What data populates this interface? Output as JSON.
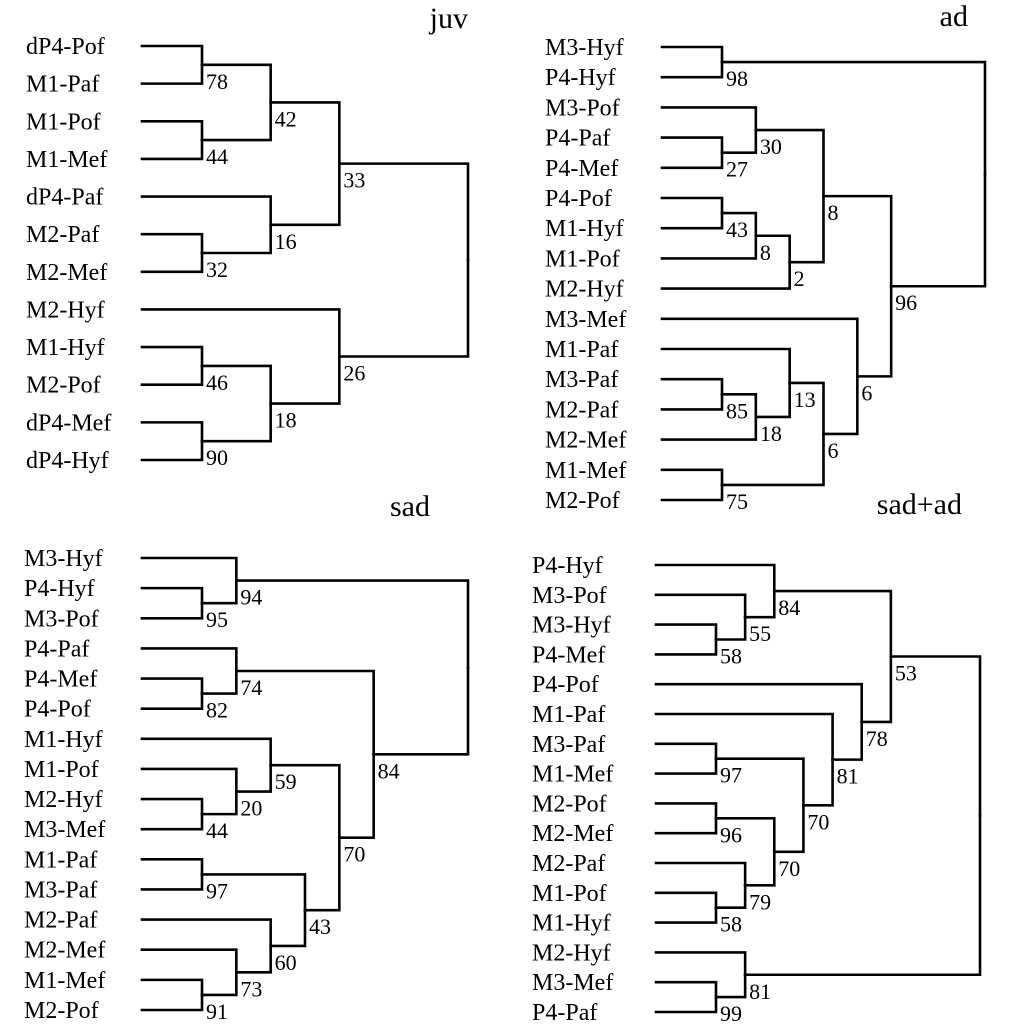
{
  "chart_data": [
    {
      "type": "dendrogram",
      "title": "juv",
      "tree": {
        "support": null,
        "children": [
          {
            "support": "33",
            "children": [
              {
                "support": "42",
                "children": [
                  {
                    "support": "78",
                    "children": [
                      {
                        "leaf": "dP4-Pof"
                      },
                      {
                        "leaf": "M1-Paf"
                      }
                    ]
                  },
                  {
                    "support": "44",
                    "children": [
                      {
                        "leaf": "M1-Pof"
                      },
                      {
                        "leaf": "M1-Mef"
                      }
                    ]
                  }
                ]
              },
              {
                "support": "16",
                "children": [
                  {
                    "leaf": "dP4-Paf"
                  },
                  {
                    "support": "32",
                    "children": [
                      {
                        "leaf": "M2-Paf"
                      },
                      {
                        "leaf": "M2-Mef"
                      }
                    ]
                  }
                ]
              }
            ]
          },
          {
            "support": "26",
            "children": [
              {
                "leaf": "M2-Hyf"
              },
              {
                "support": "18",
                "children": [
                  {
                    "support": "46",
                    "children": [
                      {
                        "leaf": "M1-Hyf"
                      },
                      {
                        "leaf": "M2-Pof"
                      }
                    ]
                  },
                  {
                    "support": "90",
                    "children": [
                      {
                        "leaf": "dP4-Mef"
                      },
                      {
                        "leaf": "dP4-Hyf"
                      }
                    ]
                  }
                ]
              }
            ]
          }
        ]
      }
    },
    {
      "type": "dendrogram",
      "title": "ad",
      "tree": {
        "support": null,
        "children": [
          {
            "support": "98",
            "children": [
              {
                "leaf": "M3-Hyf"
              },
              {
                "leaf": "P4-Hyf"
              }
            ]
          },
          {
            "support": "96",
            "children": [
              {
                "support": "8",
                "children": [
                  {
                    "support": "30",
                    "children": [
                      {
                        "leaf": "M3-Pof"
                      },
                      {
                        "support": "27",
                        "children": [
                          {
                            "leaf": "P4-Paf"
                          },
                          {
                            "leaf": "P4-Mef"
                          }
                        ]
                      }
                    ]
                  },
                  {
                    "support": "2",
                    "children": [
                      {
                        "support": "8",
                        "children": [
                          {
                            "support": "43",
                            "children": [
                              {
                                "leaf": "P4-Pof"
                              },
                              {
                                "leaf": "M1-Hyf"
                              }
                            ]
                          },
                          {
                            "leaf": "M1-Pof"
                          }
                        ]
                      },
                      {
                        "leaf": "M2-Hyf"
                      }
                    ]
                  }
                ]
              },
              {
                "support": "6",
                "children": [
                  {
                    "leaf": "M3-Mef"
                  },
                  {
                    "support": "6",
                    "children": [
                      {
                        "support": "13",
                        "children": [
                          {
                            "leaf": "M1-Paf"
                          },
                          {
                            "support": "18",
                            "children": [
                              {
                                "support": "85",
                                "children": [
                                  {
                                    "leaf": "M3-Paf"
                                  },
                                  {
                                    "leaf": "M2-Paf"
                                  }
                                ]
                              },
                              {
                                "leaf": "M2-Mef"
                              }
                            ]
                          }
                        ]
                      },
                      {
                        "support": "75",
                        "children": [
                          {
                            "leaf": "M1-Mef"
                          },
                          {
                            "leaf": "M2-Pof"
                          }
                        ]
                      }
                    ]
                  }
                ]
              }
            ]
          }
        ]
      }
    },
    {
      "type": "dendrogram",
      "title": "sad",
      "tree": {
        "support": null,
        "children": [
          {
            "support": "94",
            "children": [
              {
                "leaf": "M3-Hyf"
              },
              {
                "support": "95",
                "children": [
                  {
                    "leaf": "P4-Hyf"
                  },
                  {
                    "leaf": "M3-Pof"
                  }
                ]
              }
            ]
          },
          {
            "support": "84",
            "children": [
              {
                "support": "74",
                "children": [
                  {
                    "leaf": "P4-Paf"
                  },
                  {
                    "support": "82",
                    "children": [
                      {
                        "leaf": "P4-Mef"
                      },
                      {
                        "leaf": "P4-Pof"
                      }
                    ]
                  }
                ]
              },
              {
                "support": "70",
                "children": [
                  {
                    "support": "59",
                    "children": [
                      {
                        "leaf": "M1-Hyf"
                      },
                      {
                        "support": "20",
                        "children": [
                          {
                            "leaf": "M1-Pof"
                          },
                          {
                            "support": "44",
                            "children": [
                              {
                                "leaf": "M2-Hyf"
                              },
                              {
                                "leaf": "M3-Mef"
                              }
                            ]
                          }
                        ]
                      }
                    ]
                  },
                  {
                    "support": "43",
                    "children": [
                      {
                        "support": "97",
                        "children": [
                          {
                            "leaf": "M1-Paf"
                          },
                          {
                            "leaf": "M3-Paf"
                          }
                        ]
                      },
                      {
                        "support": "60",
                        "children": [
                          {
                            "leaf": "M2-Paf"
                          },
                          {
                            "support": "73",
                            "children": [
                              {
                                "leaf": "M2-Mef"
                              },
                              {
                                "support": "91",
                                "children": [
                                  {
                                    "leaf": "M1-Mef"
                                  },
                                  {
                                    "leaf": "M2-Pof"
                                  }
                                ]
                              }
                            ]
                          }
                        ]
                      }
                    ]
                  }
                ]
              }
            ]
          }
        ]
      }
    },
    {
      "type": "dendrogram",
      "title": "sad+ad",
      "tree": {
        "support": null,
        "children": [
          {
            "support": "53",
            "children": [
              {
                "support": "84",
                "children": [
                  {
                    "leaf": "P4-Hyf"
                  },
                  {
                    "support": "55",
                    "children": [
                      {
                        "leaf": "M3-Pof"
                      },
                      {
                        "support": "58",
                        "children": [
                          {
                            "leaf": "M3-Hyf"
                          },
                          {
                            "leaf": "P4-Mef"
                          }
                        ]
                      }
                    ]
                  }
                ]
              },
              {
                "support": "78",
                "children": [
                  {
                    "leaf": "P4-Pof"
                  },
                  {
                    "support": "81",
                    "children": [
                      {
                        "leaf": "M1-Paf"
                      },
                      {
                        "support": "70",
                        "children": [
                          {
                            "support": "97",
                            "children": [
                              {
                                "leaf": "M3-Paf"
                              },
                              {
                                "leaf": "M1-Mef"
                              }
                            ]
                          },
                          {
                            "support": "70",
                            "children": [
                              {
                                "support": "96",
                                "children": [
                                  {
                                    "leaf": "M2-Pof"
                                  },
                                  {
                                    "leaf": "M2-Mef"
                                  }
                                ]
                              },
                              {
                                "support": "79",
                                "children": [
                                  {
                                    "leaf": "M2-Paf"
                                  },
                                  {
                                    "support": "58",
                                    "children": [
                                      {
                                        "leaf": "M1-Pof"
                                      },
                                      {
                                        "leaf": "M1-Hyf"
                                      }
                                    ]
                                  }
                                ]
                              }
                            ]
                          }
                        ]
                      }
                    ]
                  }
                ]
              }
            ]
          },
          {
            "support": "81",
            "children": [
              {
                "leaf": "M2-Hyf"
              },
              {
                "support": "99",
                "children": [
                  {
                    "leaf": "M3-Mef"
                  },
                  {
                    "leaf": "P4-Paf"
                  }
                ]
              }
            ]
          }
        ]
      }
    }
  ]
}
